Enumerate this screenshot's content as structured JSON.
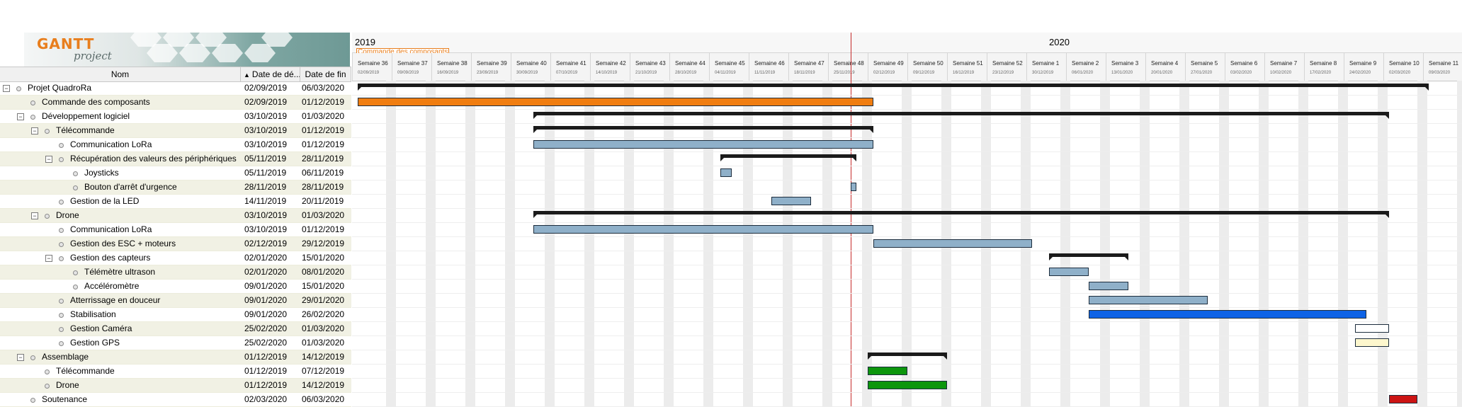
{
  "logo": {
    "text": "GANTT",
    "subtext": "project"
  },
  "table": {
    "columns": {
      "name": "Nom",
      "start": "Date de dé...",
      "end": "Date de fin"
    },
    "tasks": [
      {
        "name": "Projet QuadroRa",
        "start": "02/09/2019",
        "end": "06/03/2020",
        "level": 0,
        "expander": "−"
      },
      {
        "name": "Commande des composants",
        "start": "02/09/2019",
        "end": "01/12/2019",
        "level": 1,
        "expander": ""
      },
      {
        "name": "Développement logiciel",
        "start": "03/10/2019",
        "end": "01/03/2020",
        "level": 1,
        "expander": "−"
      },
      {
        "name": "Télécommande",
        "start": "03/10/2019",
        "end": "01/12/2019",
        "level": 2,
        "expander": "−"
      },
      {
        "name": "Communication LoRa",
        "start": "03/10/2019",
        "end": "01/12/2019",
        "level": 3,
        "expander": ""
      },
      {
        "name": "Récupération des valeurs des périphériques",
        "start": "05/11/2019",
        "end": "28/11/2019",
        "level": 3,
        "expander": "−"
      },
      {
        "name": "Joysticks",
        "start": "05/11/2019",
        "end": "06/11/2019",
        "level": 4,
        "expander": ""
      },
      {
        "name": "Bouton d'arrêt d'urgence",
        "start": "28/11/2019",
        "end": "28/11/2019",
        "level": 4,
        "expander": ""
      },
      {
        "name": "Gestion de la LED",
        "start": "14/11/2019",
        "end": "20/11/2019",
        "level": 3,
        "expander": ""
      },
      {
        "name": "Drone",
        "start": "03/10/2019",
        "end": "01/03/2020",
        "level": 2,
        "expander": "−"
      },
      {
        "name": "Communication LoRa",
        "start": "03/10/2019",
        "end": "01/12/2019",
        "level": 3,
        "expander": ""
      },
      {
        "name": "Gestion des ESC + moteurs",
        "start": "02/12/2019",
        "end": "29/12/2019",
        "level": 3,
        "expander": ""
      },
      {
        "name": "Gestion des capteurs",
        "start": "02/01/2020",
        "end": "15/01/2020",
        "level": 3,
        "expander": "−"
      },
      {
        "name": "Télémètre ultrason",
        "start": "02/01/2020",
        "end": "08/01/2020",
        "level": 4,
        "expander": ""
      },
      {
        "name": "Accéléromètre",
        "start": "09/01/2020",
        "end": "15/01/2020",
        "level": 4,
        "expander": ""
      },
      {
        "name": "Atterrissage en douceur",
        "start": "09/01/2020",
        "end": "29/01/2020",
        "level": 3,
        "expander": ""
      },
      {
        "name": "Stabilisation",
        "start": "09/01/2020",
        "end": "26/02/2020",
        "level": 3,
        "expander": ""
      },
      {
        "name": "Gestion Caméra",
        "start": "25/02/2020",
        "end": "01/03/2020",
        "level": 3,
        "expander": ""
      },
      {
        "name": "Gestion GPS",
        "start": "25/02/2020",
        "end": "01/03/2020",
        "level": 3,
        "expander": ""
      },
      {
        "name": "Assemblage",
        "start": "01/12/2019",
        "end": "14/12/2019",
        "level": 1,
        "expander": "−"
      },
      {
        "name": "Télécommande",
        "start": "01/12/2019",
        "end": "07/12/2019",
        "level": 2,
        "expander": ""
      },
      {
        "name": "Drone",
        "start": "01/12/2019",
        "end": "14/12/2019",
        "level": 2,
        "expander": ""
      },
      {
        "name": "Soutenance",
        "start": "02/03/2020",
        "end": "06/03/2020",
        "level": 1,
        "expander": ""
      }
    ]
  },
  "timeline": {
    "years": [
      {
        "label": "2019",
        "week": 0
      },
      {
        "label": "2020",
        "week": 17.5
      }
    ],
    "milestone_label": "Commande des composants",
    "weeks": [
      {
        "label": "Semaine 36",
        "date": "02/09/2019"
      },
      {
        "label": "Semaine 37",
        "date": "09/09/2019"
      },
      {
        "label": "Semaine 38",
        "date": "16/09/2019"
      },
      {
        "label": "Semaine 39",
        "date": "23/09/2019"
      },
      {
        "label": "Semaine 40",
        "date": "30/09/2019"
      },
      {
        "label": "Semaine 41",
        "date": "07/10/2019"
      },
      {
        "label": "Semaine 42",
        "date": "14/10/2019"
      },
      {
        "label": "Semaine 43",
        "date": "21/10/2019"
      },
      {
        "label": "Semaine 44",
        "date": "28/10/2019"
      },
      {
        "label": "Semaine 45",
        "date": "04/11/2019"
      },
      {
        "label": "Semaine 46",
        "date": "11/11/2019"
      },
      {
        "label": "Semaine 47",
        "date": "18/11/2019"
      },
      {
        "label": "Semaine 48",
        "date": "25/11/2019"
      },
      {
        "label": "Semaine 49",
        "date": "02/12/2019"
      },
      {
        "label": "Semaine 50",
        "date": "09/12/2019"
      },
      {
        "label": "Semaine 51",
        "date": "16/12/2019"
      },
      {
        "label": "Semaine 52",
        "date": "23/12/2019"
      },
      {
        "label": "Semaine 1",
        "date": "30/12/2019"
      },
      {
        "label": "Semaine 2",
        "date": "06/01/2020"
      },
      {
        "label": "Semaine 3",
        "date": "13/01/2020"
      },
      {
        "label": "Semaine 4",
        "date": "20/01/2020"
      },
      {
        "label": "Semaine 5",
        "date": "27/01/2020"
      },
      {
        "label": "Semaine 6",
        "date": "03/02/2020"
      },
      {
        "label": "Semaine 7",
        "date": "10/02/2020"
      },
      {
        "label": "Semaine 8",
        "date": "17/02/2020"
      },
      {
        "label": "Semaine 9",
        "date": "24/02/2020"
      },
      {
        "label": "Semaine 10",
        "date": "02/03/2020"
      },
      {
        "label": "Semaine 11",
        "date": "09/03/2020"
      }
    ],
    "today_date": "28/11/2019",
    "bars": [
      {
        "row": 0,
        "type": "summary",
        "start": "02/09/2019",
        "end": "09/03/2020"
      },
      {
        "row": 1,
        "type": "task",
        "start": "02/09/2019",
        "end": "02/12/2019",
        "color": "#f07d10"
      },
      {
        "row": 2,
        "type": "summary",
        "start": "03/10/2019",
        "end": "02/03/2020"
      },
      {
        "row": 3,
        "type": "summary",
        "start": "03/10/2019",
        "end": "02/12/2019"
      },
      {
        "row": 4,
        "type": "task",
        "start": "03/10/2019",
        "end": "02/12/2019",
        "color": "#8fb0c9"
      },
      {
        "row": 5,
        "type": "summary",
        "start": "05/11/2019",
        "end": "29/11/2019"
      },
      {
        "row": 6,
        "type": "task",
        "start": "05/11/2019",
        "end": "07/11/2019",
        "color": "#8fb0c9"
      },
      {
        "row": 7,
        "type": "task",
        "start": "28/11/2019",
        "end": "29/11/2019",
        "color": "#8fb0c9"
      },
      {
        "row": 8,
        "type": "task",
        "start": "14/11/2019",
        "end": "21/11/2019",
        "color": "#8fb0c9"
      },
      {
        "row": 9,
        "type": "summary",
        "start": "03/10/2019",
        "end": "02/03/2020"
      },
      {
        "row": 10,
        "type": "task",
        "start": "03/10/2019",
        "end": "02/12/2019",
        "color": "#8fb0c9"
      },
      {
        "row": 11,
        "type": "task",
        "start": "02/12/2019",
        "end": "30/12/2019",
        "color": "#8fb0c9"
      },
      {
        "row": 12,
        "type": "summary",
        "start": "02/01/2020",
        "end": "16/01/2020"
      },
      {
        "row": 13,
        "type": "task",
        "start": "02/01/2020",
        "end": "09/01/2020",
        "color": "#8fb0c9"
      },
      {
        "row": 14,
        "type": "task",
        "start": "09/01/2020",
        "end": "16/01/2020",
        "color": "#8fb0c9"
      },
      {
        "row": 15,
        "type": "task",
        "start": "09/01/2020",
        "end": "30/01/2020",
        "color": "#8fb0c9"
      },
      {
        "row": 16,
        "type": "task",
        "start": "09/01/2020",
        "end": "27/02/2020",
        "color": "#0e63e6"
      },
      {
        "row": 17,
        "type": "task",
        "start": "25/02/2020",
        "end": "02/03/2020",
        "color": "#ffffff"
      },
      {
        "row": 18,
        "type": "task",
        "start": "25/02/2020",
        "end": "02/03/2020",
        "color": "#fdf7cd"
      },
      {
        "row": 19,
        "type": "summary",
        "start": "01/12/2019",
        "end": "15/12/2019"
      },
      {
        "row": 20,
        "type": "task",
        "start": "01/12/2019",
        "end": "08/12/2019",
        "color": "#0d960d"
      },
      {
        "row": 21,
        "type": "task",
        "start": "01/12/2019",
        "end": "15/12/2019",
        "color": "#0d960d"
      },
      {
        "row": 22,
        "type": "task",
        "start": "02/03/2020",
        "end": "07/03/2020",
        "color": "#cc1414"
      }
    ]
  }
}
